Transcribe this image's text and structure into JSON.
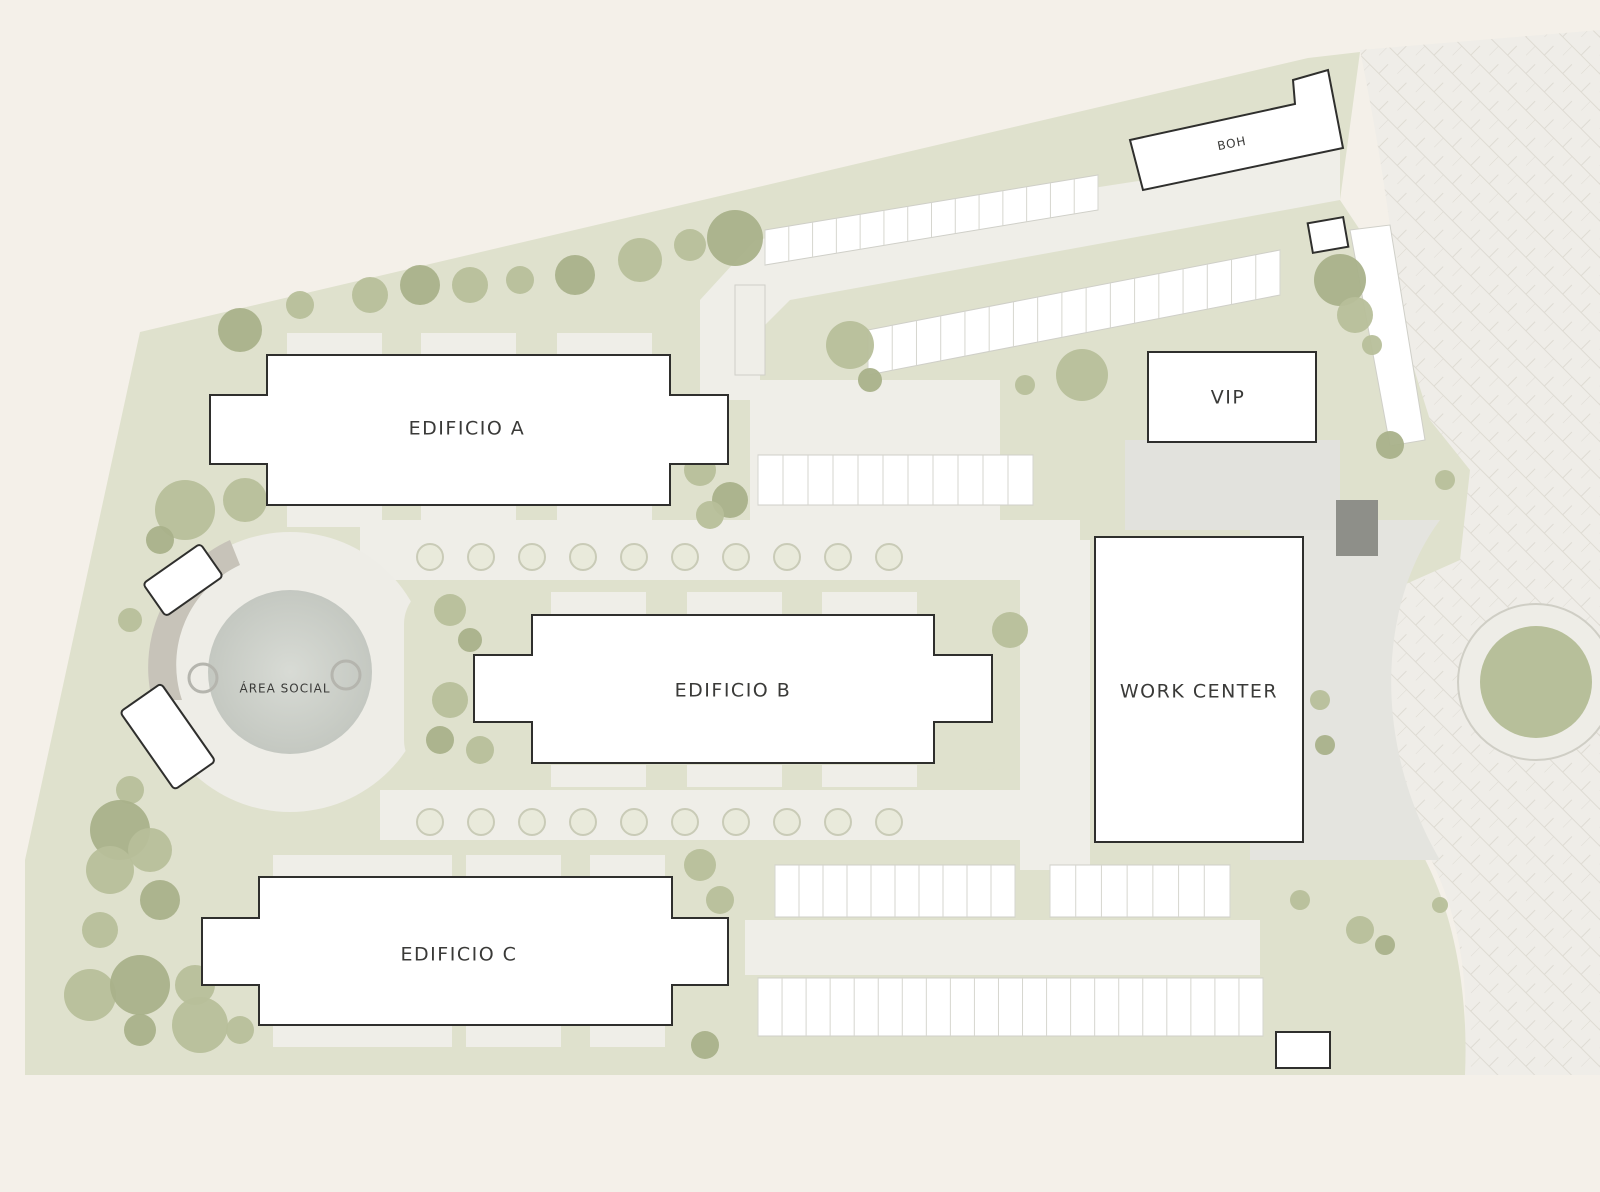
{
  "map": {
    "buildings": {
      "edificio_a": "EDIFICIO A",
      "edificio_b": "EDIFICIO B",
      "edificio_c": "EDIFICIO C",
      "work_center": "WORK CENTER",
      "vip": "VIP",
      "boh": "BOH",
      "area_social": "ÁREA SOCIAL"
    }
  },
  "colors": {
    "background": "#f4f0e9",
    "lawn": "#dfe1cd",
    "path": "#efeee8",
    "building": "#ffffff",
    "building_outline": "#2f2f2d",
    "tree": "#b7bf9a",
    "tree_dark": "#a9b18a",
    "pool": "#c9ccc6",
    "paving": "#e3e3de"
  }
}
